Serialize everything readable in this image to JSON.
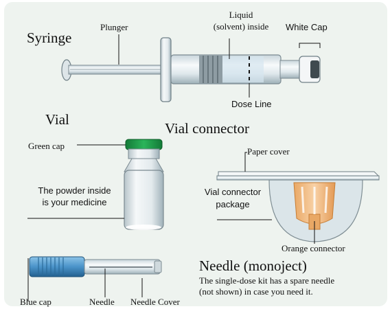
{
  "syringe": {
    "title": "Syringe",
    "plunger_label": "Plunger",
    "liquid_label_line1": "Liquid",
    "liquid_label_line2": "(solvent) inside",
    "white_cap_label": "White Cap",
    "dose_line_label": "Dose Line"
  },
  "vial": {
    "title": "Vial",
    "green_cap_label": "Green cap",
    "powder_label_line1": "The powder inside",
    "powder_label_line2": "is your medicine"
  },
  "vial_connector": {
    "title": "Vial connector",
    "paper_cover_label": "Paper cover",
    "package_label_line1": "Vial connector",
    "package_label_line2": "package",
    "orange_connector_label": "Orange connector"
  },
  "needle": {
    "title": "Needle (monoject)",
    "description_line1": "The single-dose kit has a spare needle",
    "description_line2": "(not shown) in case you need it.",
    "blue_cap_label": "Blue cap",
    "needle_label": "Needle",
    "needle_cover_label": "Needle Cover"
  },
  "colors": {
    "panel_background": "#eef3ef",
    "green_cap": "#1e9a4a",
    "blue_cap": "#4a93c9",
    "orange_connector": "#f0b070"
  }
}
